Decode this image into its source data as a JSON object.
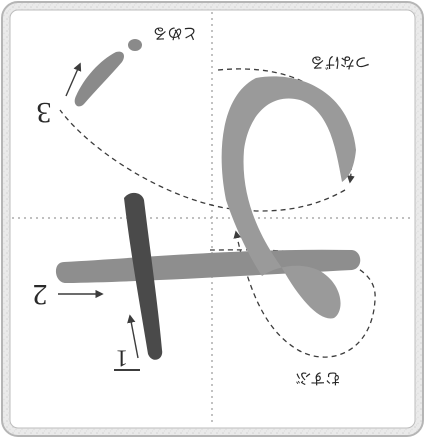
{
  "strokes": [
    {
      "number": "1",
      "description": "tome",
      "fill": "#4a4a4a"
    },
    {
      "number": "2",
      "description": "yoko",
      "fill": "#8e8e8e"
    },
    {
      "number": "3",
      "description": "hane",
      "fill": "#8a8a8a"
    }
  ],
  "annotations": {
    "top": "とめる",
    "upper_right": "つなげる",
    "lower_right": "むすぶ"
  },
  "colors": {
    "page_background": "#ffffff",
    "card_border": "#b5b5b5",
    "main_stroke": "#9a9a9a",
    "stroke_1": "#4a4a4a",
    "stroke_2": "#8e8e8e",
    "stroke_3": "#8a8a8a",
    "guide_lines": "#9a9a9a",
    "arrows": "#3c3c3c"
  }
}
